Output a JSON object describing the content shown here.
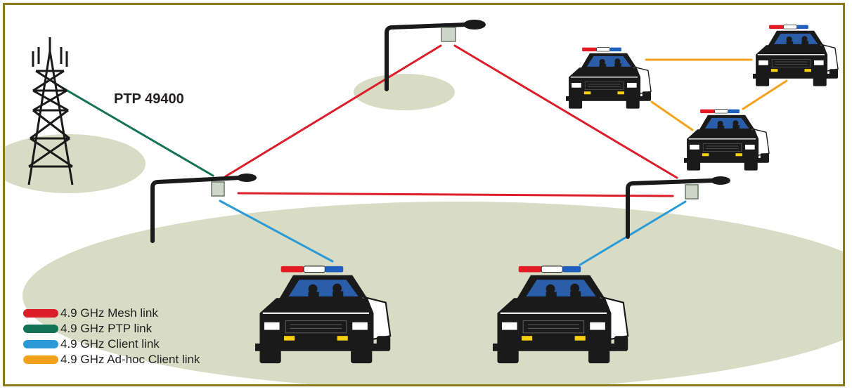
{
  "diagram": {
    "ptp_label": "PTP 49400",
    "colors": {
      "mesh": "#dc1e2b",
      "ptp": "#137357",
      "client": "#2b9ad6",
      "adhoc": "#f4a21d",
      "coverage": "#d8dcc4",
      "frame": "#8a7a1c",
      "car_body": "#1a1a1a",
      "lightbar_red": "#e31b23",
      "lightbar_blue": "#1f5fbf"
    }
  },
  "legend": [
    {
      "key": "mesh",
      "label": "4.9 GHz Mesh link",
      "color": "#dc1e2b"
    },
    {
      "key": "ptp",
      "label": "4.9 GHz PTP link",
      "color": "#137357"
    },
    {
      "key": "client",
      "label": "4.9 GHz Client link",
      "color": "#2b9ad6"
    },
    {
      "key": "adhoc",
      "label": "4.9 GHz Ad-hoc Client link",
      "color": "#f4a21d"
    }
  ]
}
